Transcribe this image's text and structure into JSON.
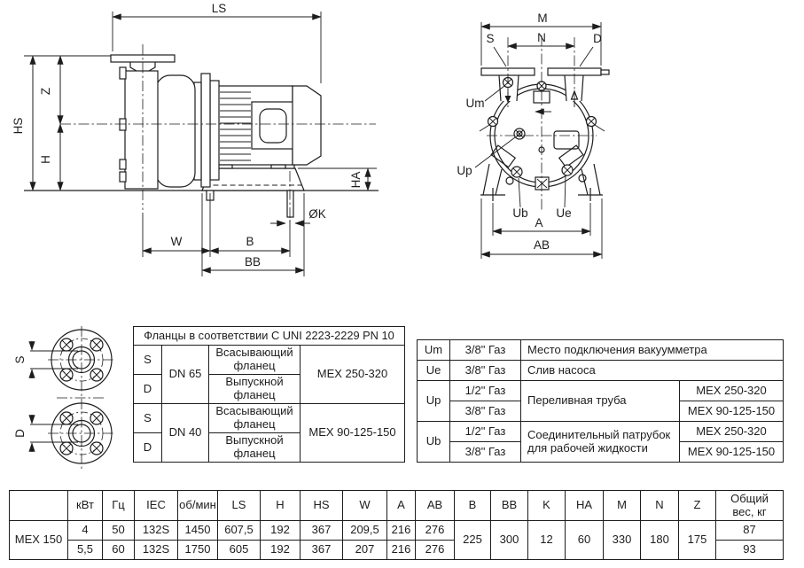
{
  "side_view": {
    "labels": {
      "ls": "LS",
      "hs": "HS",
      "z": "Z",
      "h": "H",
      "ha": "HA",
      "k": "ØK",
      "w": "W",
      "b": "B",
      "bb": "BB"
    }
  },
  "front_view": {
    "labels": {
      "m": "M",
      "n": "N",
      "s": "S",
      "d": "D",
      "um": "Um",
      "up": "Up",
      "ub": "Ub",
      "ue": "Ue",
      "a": "A",
      "ab": "AB"
    }
  },
  "flange_detail": {
    "labels": {
      "s": "S",
      "d": "D"
    }
  },
  "flange_table": {
    "title": "Фланцы в соответствии С UNI 2223-2229 PN 10",
    "groups": [
      {
        "suction_port": "S",
        "discharge_port": "D",
        "dn": "DN 65",
        "suction_type": "Всасывающий фланец",
        "discharge_type": "Выпускной фланец",
        "model": "MEX 250-320"
      },
      {
        "suction_port": "S",
        "discharge_port": "D",
        "dn": "DN 40",
        "suction_type": "Всасывающий фланец",
        "discharge_type": "Выпускной фланец",
        "model": "MEX 90-125-150"
      }
    ]
  },
  "connection_table": {
    "um": {
      "code": "Um",
      "size": "3/8\" Газ",
      "desc": "Место подключения вакуумметра"
    },
    "ue": {
      "code": "Ue",
      "size": "3/8\" Газ",
      "desc": "Слив насоса"
    },
    "up": {
      "code": "Up",
      "size_large": "1/2\" Газ",
      "size_small": "3/8\" Газ",
      "desc": "Переливная труба",
      "model_large": "MEX 250-320",
      "model_small": "MEX 90-125-150"
    },
    "ub": {
      "code": "Ub",
      "size_large": "1/2\" Газ",
      "size_small": "3/8\" Газ",
      "desc": "Соединительный патрубок для рабочей жидкости",
      "model_large": "MEX 250-320",
      "model_small": "MEX 90-125-150"
    }
  },
  "dimension_table": {
    "model": "MEX 150",
    "headers": {
      "power": "кВт",
      "freq": "Гц",
      "iec": "IEC",
      "rpm": "об/мин",
      "ls": "LS",
      "h": "H",
      "hs": "HS",
      "w": "W",
      "a": "A",
      "ab": "AB",
      "b": "B",
      "bb": "BB",
      "k": "K",
      "ha": "HA",
      "m": "M",
      "n": "N",
      "z": "Z",
      "weight": "Общий вес, кг"
    },
    "row_50hz": {
      "power": "4",
      "freq": "50",
      "iec": "132S",
      "rpm": "1450",
      "ls": "607,5",
      "h": "192",
      "hs": "367",
      "w": "209,5",
      "a": "216",
      "ab": "276",
      "weight": "87"
    },
    "row_60hz": {
      "power": "5,5",
      "freq": "60",
      "iec": "132S",
      "rpm": "1750",
      "ls": "605",
      "h": "192",
      "hs": "367",
      "w": "207",
      "a": "216",
      "ab": "276",
      "weight": "93"
    },
    "shared": {
      "b": "225",
      "bb": "300",
      "k": "12",
      "ha": "60",
      "m": "330",
      "n": "180",
      "z": "175"
    }
  }
}
